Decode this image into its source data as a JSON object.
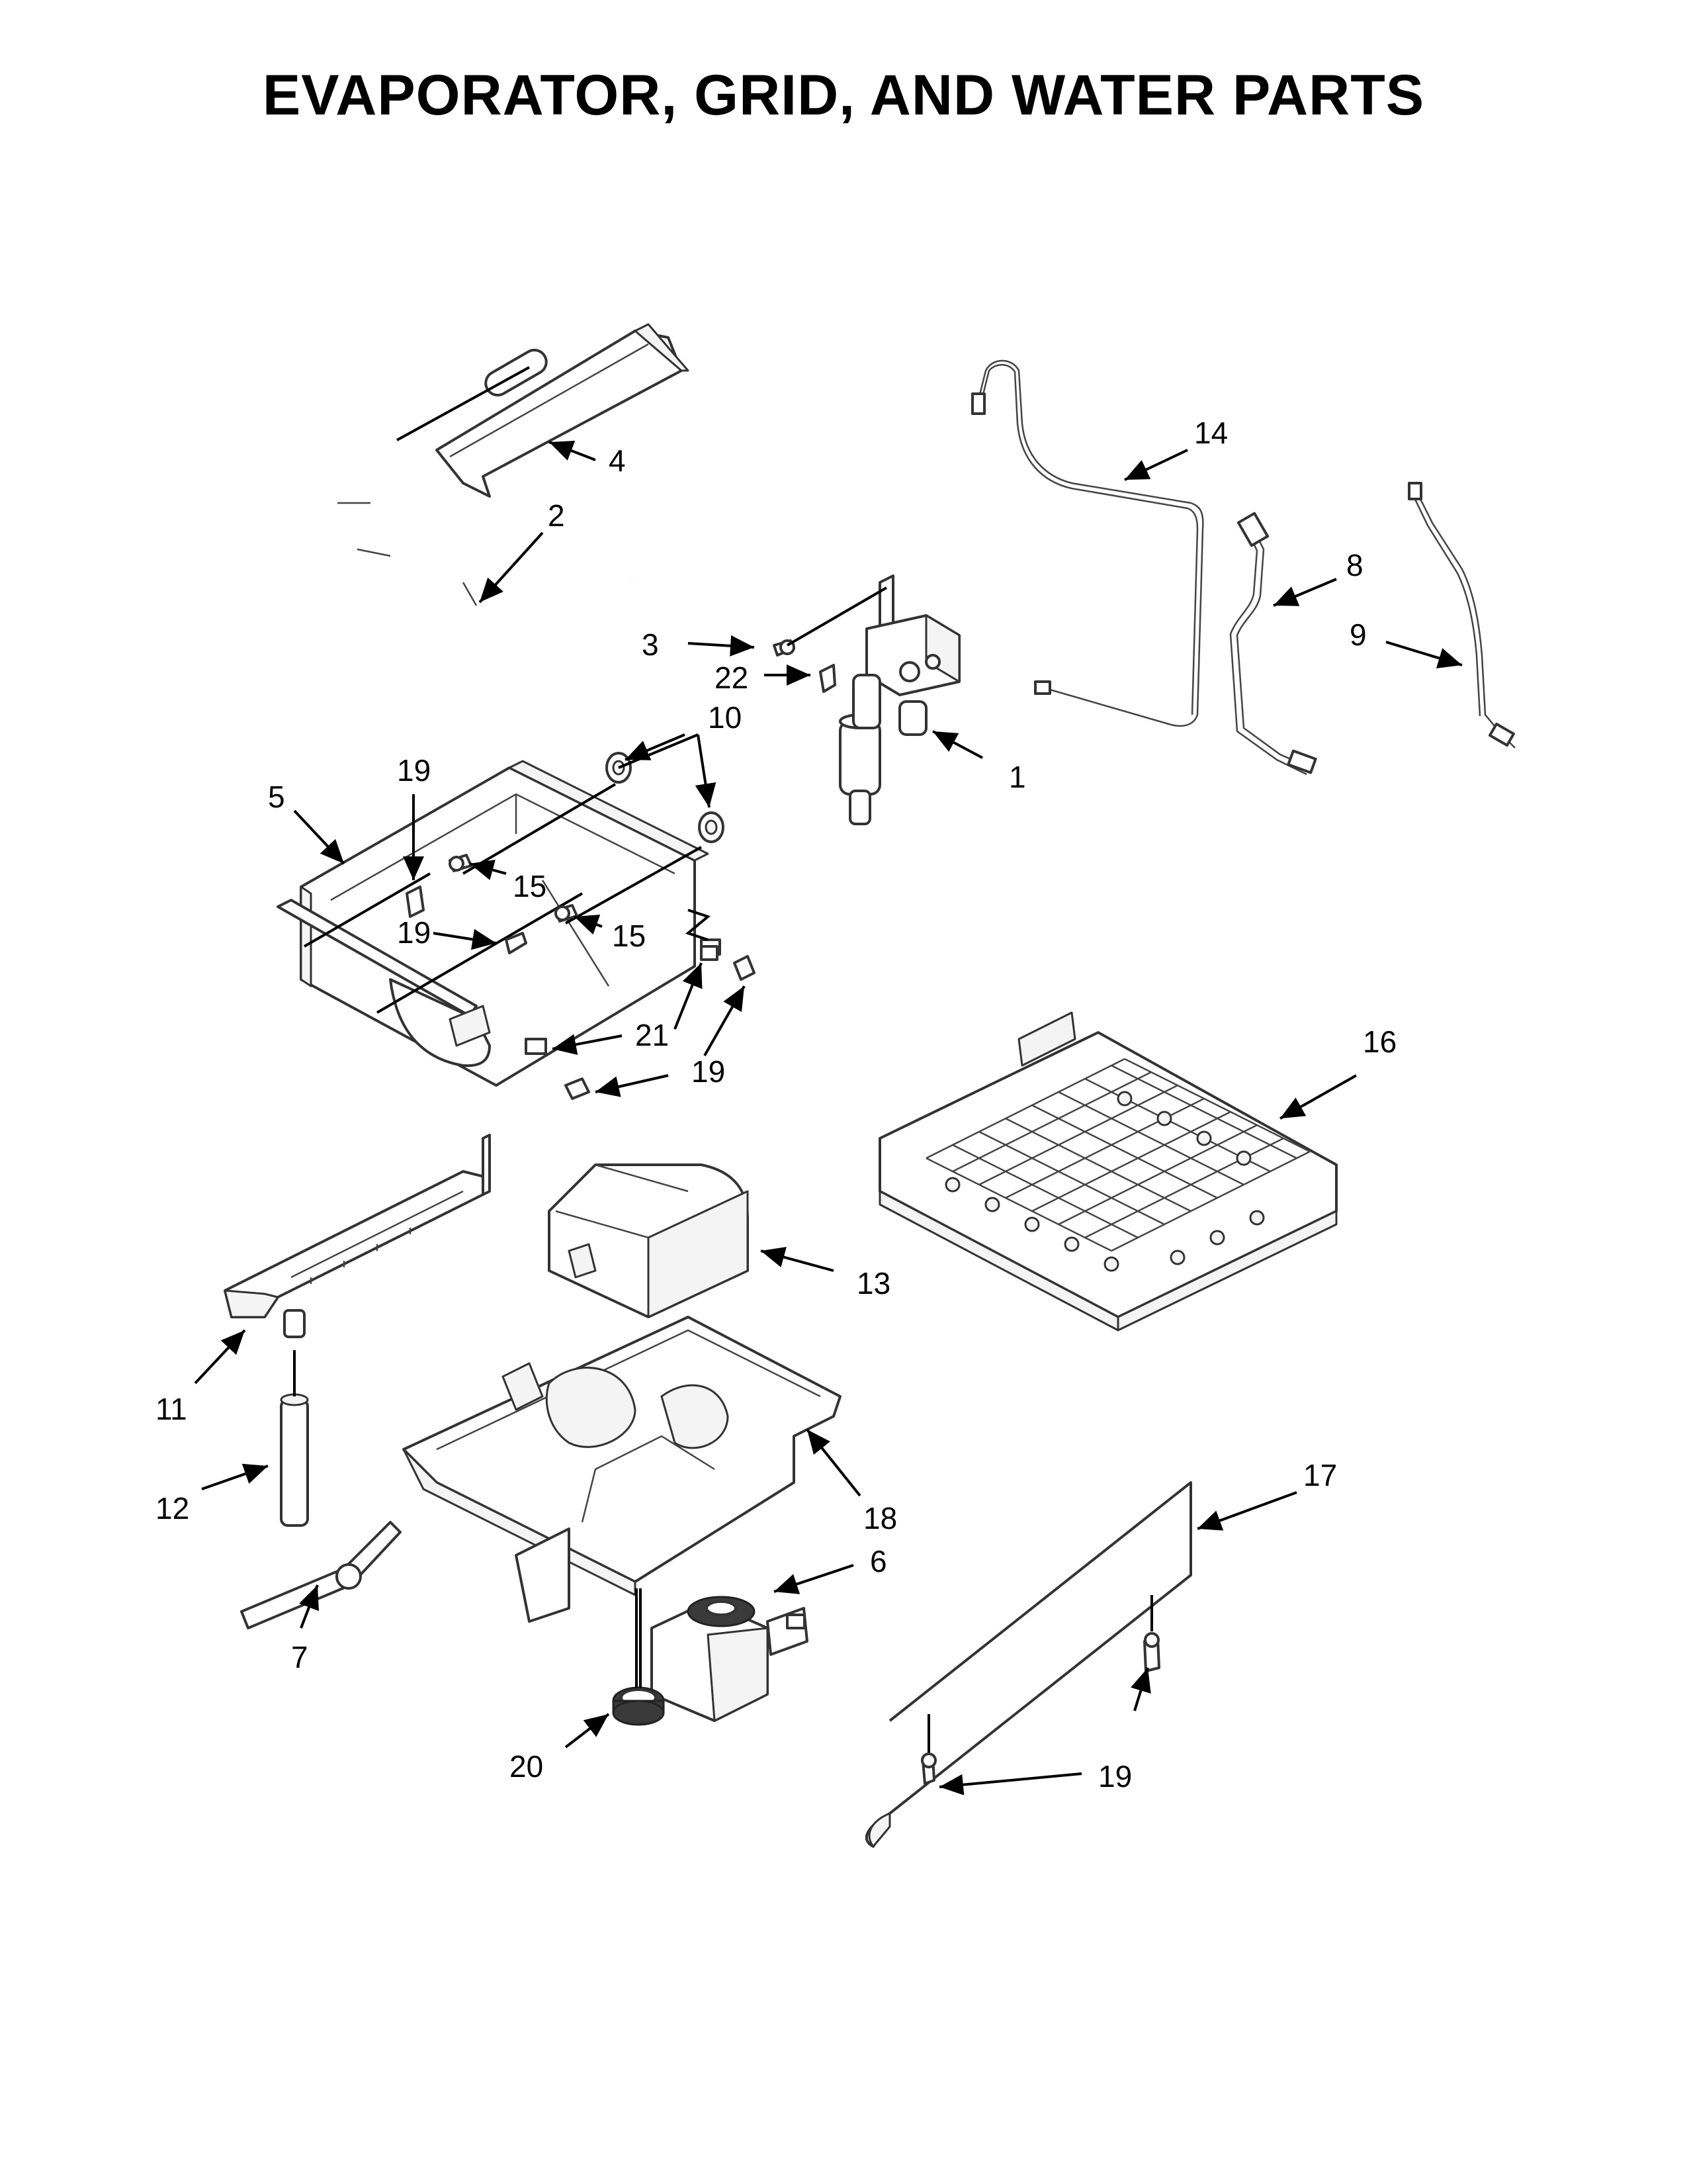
{
  "title": "EVAPORATOR, GRID, AND WATER PARTS",
  "labels": {
    "l1": "1",
    "l2": "2",
    "l3": "3",
    "l4": "4",
    "l5": "5",
    "l6": "6",
    "l7": "7",
    "l8": "8",
    "l9": "9",
    "l10": "10",
    "l11": "11",
    "l12": "12",
    "l13": "13",
    "l14": "14",
    "l15a": "15",
    "l15b": "15",
    "l16": "16",
    "l17": "17",
    "l18": "18",
    "l19a": "19",
    "l19b": "19",
    "l19c": "19",
    "l19d": "19",
    "l20": "20",
    "l21": "21",
    "l22": "22"
  }
}
